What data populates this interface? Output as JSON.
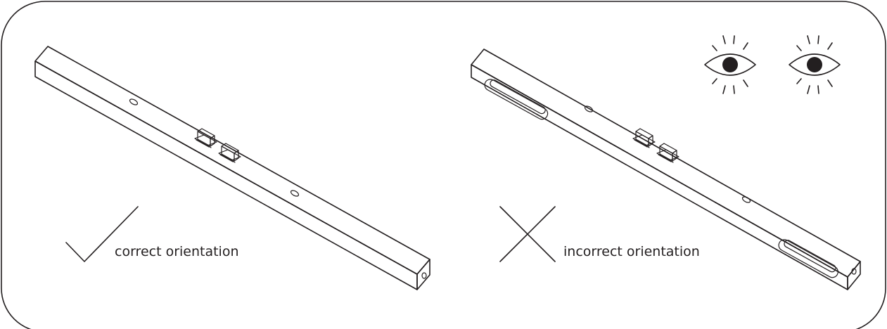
{
  "panels": [
    {
      "id": "correct",
      "marker_icon": "checkmark-icon",
      "caption": "correct orientation"
    },
    {
      "id": "incorrect",
      "marker_icon": "cross-icon",
      "caption": "incorrect orientation"
    }
  ],
  "indicator_icons": [
    "eye-icon",
    "eye-icon"
  ],
  "colors": {
    "line": "#231f20",
    "background": "#ffffff"
  }
}
